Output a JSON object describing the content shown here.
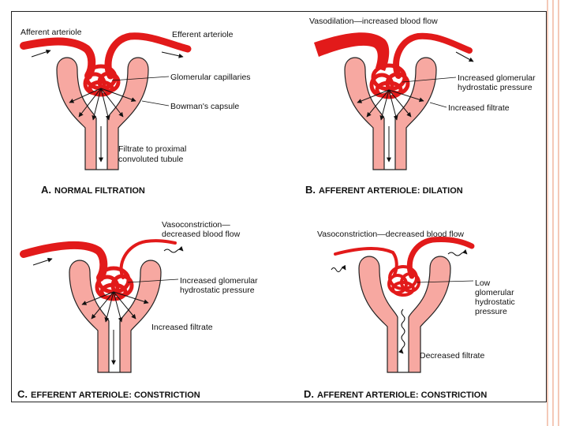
{
  "colors": {
    "vessel": "#e21a1a",
    "capsule": "#f7a8a1",
    "outline": "#222222",
    "stripe": "#f4c9b8"
  },
  "panels": [
    {
      "id": "A",
      "labels": [
        "Afferent arteriole",
        "Efferent arteriole",
        "Glomerular capillaries",
        "Bowman's capsule",
        "Filtrate to proximal",
        "convoluted tubule"
      ],
      "caption_letter": "A.",
      "caption_text": "NORMAL FILTRATION"
    },
    {
      "id": "B",
      "labels": [
        "Vasodilation—increased blood flow",
        "Increased glomerular",
        "hydrostatic pressure",
        "Increased filtrate"
      ],
      "caption_letter": "B.",
      "caption_text": "AFFERENT ARTERIOLE: DILATION"
    },
    {
      "id": "C",
      "labels": [
        "Vasoconstriction—",
        "decreased blood flow",
        "Increased glomerular",
        "hydrostatic pressure",
        "Increased filtrate"
      ],
      "caption_letter": "C.",
      "caption_text": "EFFERENT ARTERIOLE: CONSTRICTION"
    },
    {
      "id": "D",
      "labels": [
        "Vasoconstriction—decreased blood flow",
        "Low",
        "glomerular",
        "hydrostatic",
        "pressure",
        "Decreased filtrate"
      ],
      "caption_letter": "D.",
      "caption_text": "AFFERENT ARTERIOLE: CONSTRICTION"
    }
  ]
}
